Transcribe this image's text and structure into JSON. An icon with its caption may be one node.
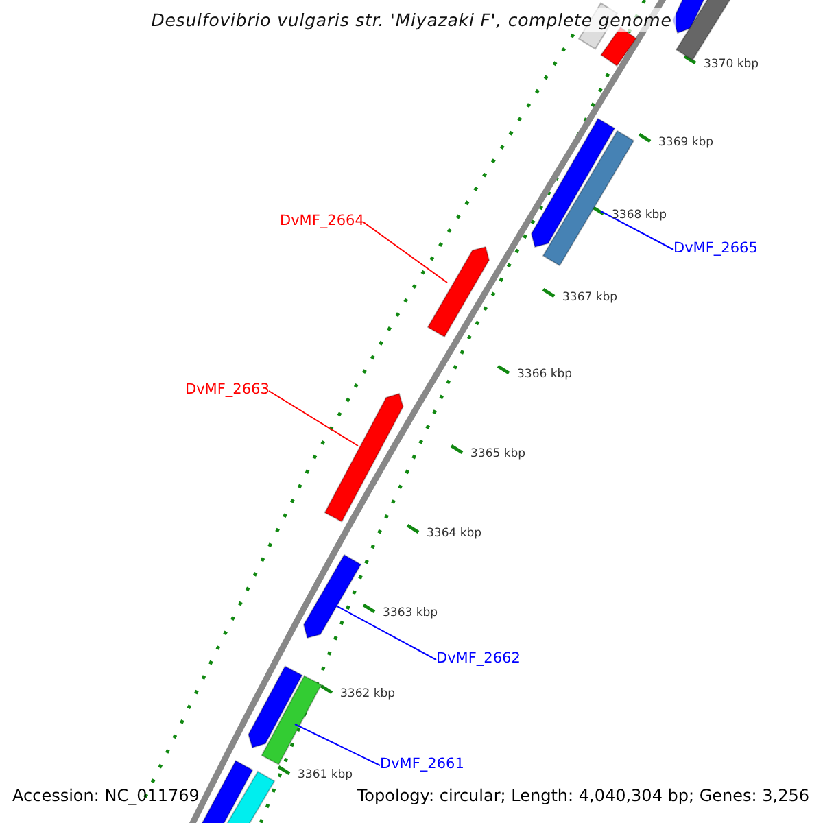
{
  "diagram": {
    "title": "Desulfovibrio vulgaris str. 'Miyazaki F', complete genome",
    "nodes": [
      {
        "text": [],
        "shape": "bar"
      },
      {
        "text": [],
        "shape": "bar"
      },
      {
        "text": [],
        "shape": "bar"
      },
      {
        "text": [],
        "shape": "bar"
      },
      {
        "text": [],
        "shape": "bar"
      },
      {
        "text": [],
        "shape": "bar"
      },
      {
        "text": [
          "DvMF_2664"
        ]
      },
      {
        "text": [
          "DvMF_2665"
        ]
      },
      {
        "text": [],
        "shape": "bar"
      },
      {
        "text": [
          "DvMF_2663"
        ]
      },
      {
        "text": [],
        "shape": "bar"
      },
      {
        "text": [],
        "shape": "bar"
      },
      {
        "text": [
          "DvMF_2662"
        ]
      },
      {
        "text": [],
        "shape": "bar"
      },
      {
        "text": [],
        "shape": "bar"
      },
      {
        "text": [
          "DvMF_2661"
        ]
      },
      {
        "text": [],
        "shape": "bar"
      },
      {
        "text": [],
        "shape": "bar"
      }
    ],
    "edges": [
      {
        "from": 6,
        "to": 8,
        "arrow": "none",
        "color": "#ff0000"
      },
      {
        "from": 7,
        "to": 5,
        "arrow": "none"
      },
      {
        "from": 9,
        "to": 10,
        "arrow": "none",
        "color": "#ff0000"
      },
      {
        "from": 12,
        "to": 11,
        "arrow": "none"
      },
      {
        "from": 15,
        "to": 14,
        "arrow": "none"
      }
    ],
    "labels": [
      "3370 kbp",
      "3369 kbp",
      "3368 kbp",
      "3367 kbp",
      "3366 kbp",
      "3365 kbp",
      "3364 kbp",
      "3363 kbp",
      "3362 kbp",
      "3361 kbp",
      "Accession: NC_011769",
      "Topology: circular; Length: 4,040,304 bp; Genes: 3,256"
    ]
  }
}
